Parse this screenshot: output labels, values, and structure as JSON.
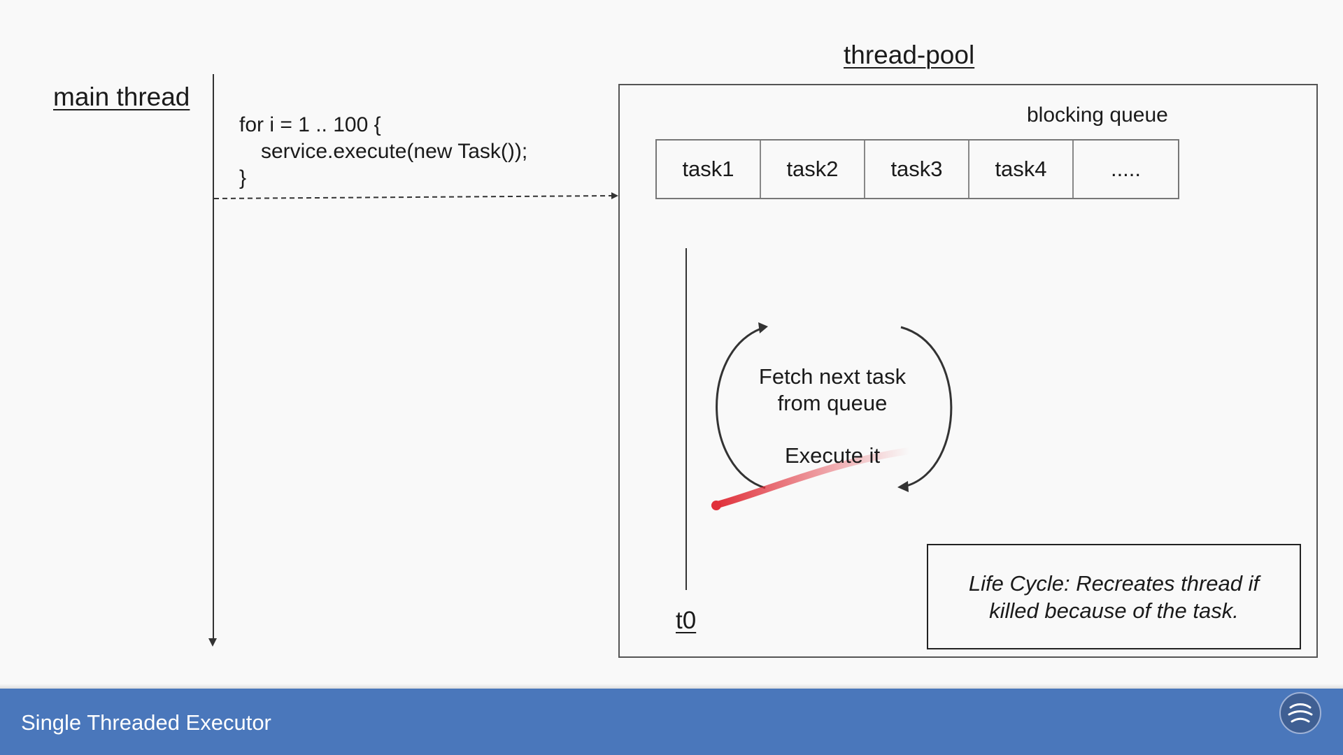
{
  "main_thread": {
    "label": "main thread",
    "code": [
      "for i = 1 .. 100 {",
      "service.execute(new Task());",
      "}"
    ]
  },
  "thread_pool": {
    "title": "thread-pool",
    "queue_label": "blocking queue",
    "queue_items": [
      "task1",
      "task2",
      "task3",
      "task4",
      "....."
    ],
    "worker_label": "t0",
    "cycle_fetch": "Fetch next task\nfrom queue",
    "cycle_execute": "Execute it",
    "lifecycle_note": "Life Cycle: Recreates thread if killed because of the task."
  },
  "footer": {
    "title": "Single Threaded Executor",
    "logo_icon": "defog-tech-logo"
  },
  "colors": {
    "footer_bg": "#4a77bb",
    "laser_pointer": "#e0303a"
  }
}
